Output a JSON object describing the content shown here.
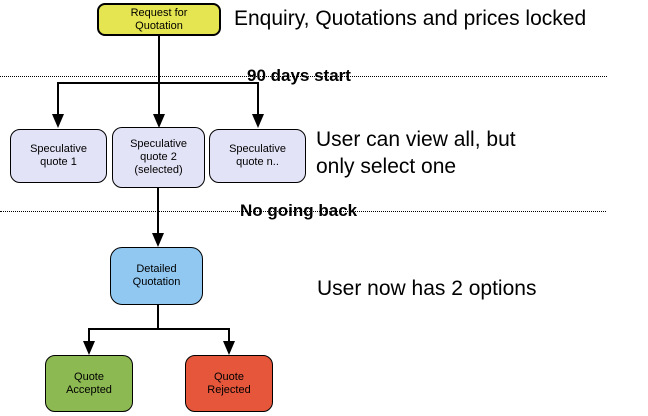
{
  "diagram": {
    "background": "#ffffff",
    "line_color": "#000000",
    "nodes": {
      "request": {
        "label": "Request for\nQuotation",
        "fill": "#e5e551",
        "border": "#000000"
      },
      "spec1": {
        "label": "Speculative\nquote 1",
        "fill": "#e3e3f8",
        "border": "#000000"
      },
      "spec2": {
        "label": "Speculative\nquote 2\n(selected)",
        "fill": "#e3e3f8",
        "border": "#000000"
      },
      "specn": {
        "label": "Speculative\nquote n..",
        "fill": "#e3e3f8",
        "border": "#000000"
      },
      "detailed": {
        "label": "Detailed\nQuotation",
        "fill": "#90c8f2",
        "border": "#000000"
      },
      "accepted": {
        "label": "Quote\nAccepted",
        "fill": "#8cb952",
        "border": "#000000"
      },
      "rejected": {
        "label": "Quote\nRejected",
        "fill": "#e5563b",
        "border": "#000000"
      }
    },
    "dividers": {
      "gate1_label": "90 days start",
      "gate2_label": "No going back"
    },
    "annotations": {
      "top": "Enquiry, Quotations and prices locked",
      "middle": "User can view all, but\nonly select one",
      "bottom": "User now has 2 options"
    }
  }
}
